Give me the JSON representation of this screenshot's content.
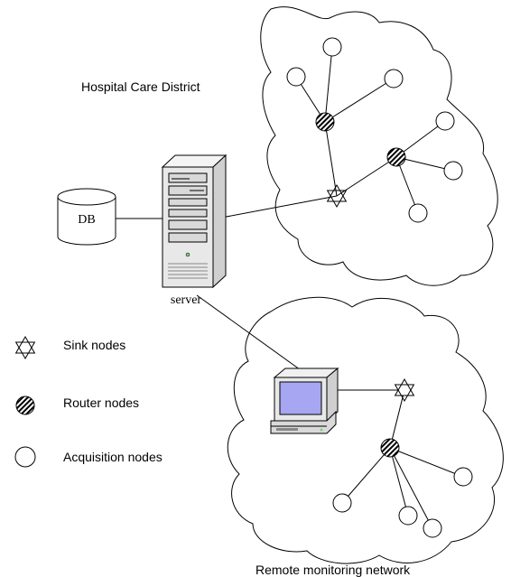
{
  "regions": {
    "hospital": "Hospital Care District",
    "remote": "Remote monitoring network"
  },
  "devices": {
    "db": "DB",
    "server": "server"
  },
  "legend": {
    "sink": "Sink nodes",
    "router": "Router nodes",
    "acquisition": "Acquisition nodes"
  },
  "icons": {
    "sink": "star-of-david-icon",
    "router": "hatched-circle-icon",
    "acquisition": "circle-icon",
    "server": "server-tower-icon",
    "database": "database-cylinder-icon",
    "monitor": "computer-monitor-icon"
  },
  "colors": {
    "line": "#000000",
    "screen": "#a6a6f2",
    "device_body": "#e8e8e8"
  }
}
